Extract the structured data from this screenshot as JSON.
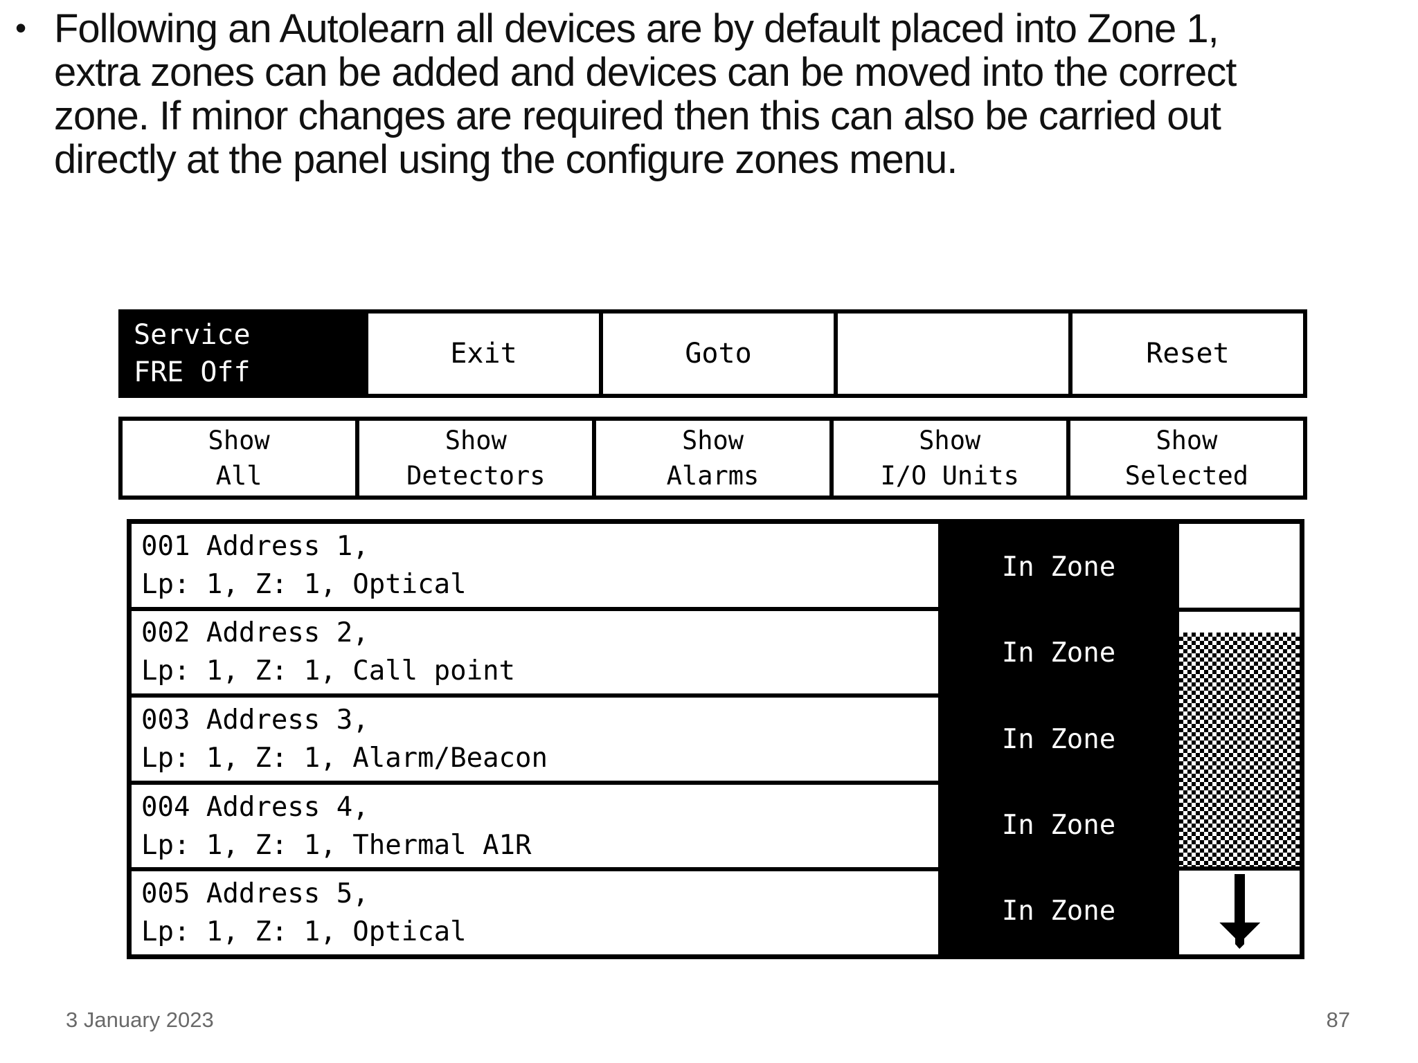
{
  "slide": {
    "bullet_char": "•",
    "paragraph_lines": [
      "Following an Autolearn all devices are by default placed into Zone 1,",
      "extra zones can be added and devices can be moved into the correct",
      "zone. If minor changes are required then this can also be carried out",
      "directly at the panel using the configure zones menu."
    ]
  },
  "panel": {
    "menu_buttons": [
      {
        "id": "service-fre",
        "line1": "Service",
        "line2": "FRE Off",
        "active": true
      },
      {
        "id": "exit",
        "label": "Exit"
      },
      {
        "id": "goto",
        "label": "Goto"
      },
      {
        "id": "blank",
        "label": ""
      },
      {
        "id": "reset",
        "label": "Reset"
      }
    ],
    "filter_buttons": [
      {
        "id": "show-all",
        "line1": "Show",
        "line2": "All"
      },
      {
        "id": "show-detectors",
        "line1": "Show",
        "line2": "Detectors"
      },
      {
        "id": "show-alarms",
        "line1": "Show",
        "line2": "Alarms"
      },
      {
        "id": "show-io-units",
        "line1": "Show",
        "line2": "I/O Units"
      },
      {
        "id": "show-selected",
        "line1": "Show",
        "line2": "Selected"
      }
    ],
    "devices": [
      {
        "line1": "001 Address 1,",
        "line2": "Lp: 1, Z: 1, Optical",
        "status": "In Zone"
      },
      {
        "line1": "002 Address 2,",
        "line2": "Lp: 1, Z: 1, Call point",
        "status": "In Zone"
      },
      {
        "line1": "003 Address 3,",
        "line2": "Lp: 1, Z: 1, Alarm/Beacon",
        "status": "In Zone"
      },
      {
        "line1": "004 Address 4,",
        "line2": "Lp: 1, Z: 1, Thermal A1R",
        "status": "In Zone"
      },
      {
        "line1": "005 Address 5,",
        "line2": "Lp: 1, Z: 1, Optical",
        "status": "In Zone"
      }
    ],
    "icons": {
      "scroll_down": "down-arrow"
    },
    "colors": {
      "panel_fg": "#000000",
      "panel_bg": "#ffffff",
      "active_bg": "#000000",
      "active_fg": "#ffffff"
    }
  },
  "footer": {
    "date": "3 January 2023",
    "page_number": "87",
    "text_color": "#696969"
  }
}
